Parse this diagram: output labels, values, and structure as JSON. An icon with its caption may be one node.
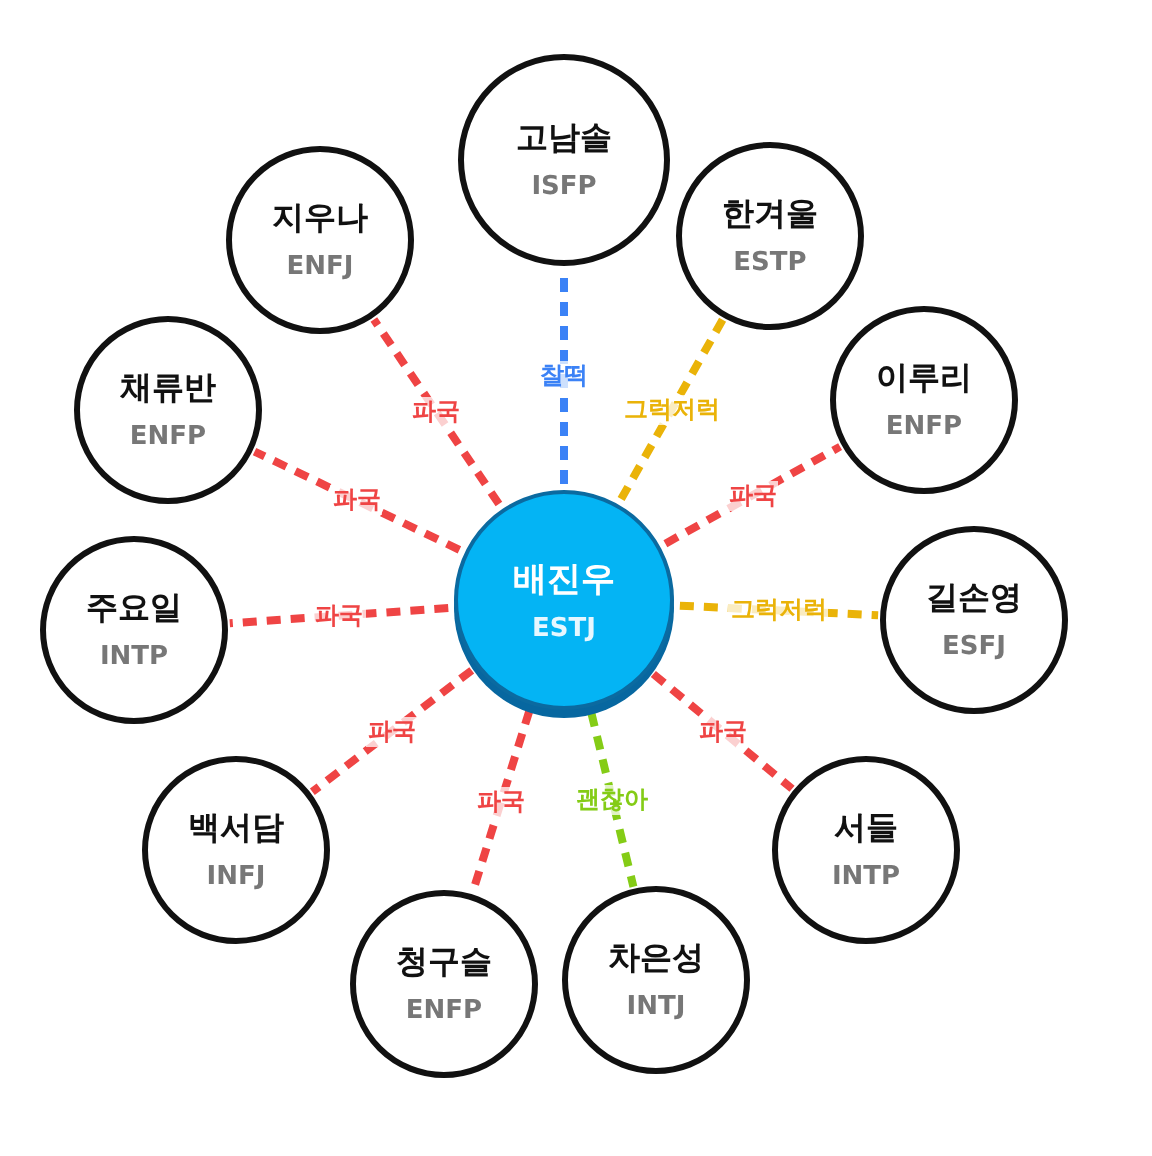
{
  "diagram": {
    "nodes": [
      {
        "text": [
          "배진우",
          "ESTJ"
        ]
      },
      {
        "text": [
          "고남솔",
          "ISFP"
        ]
      },
      {
        "text": [
          "한겨울",
          "ESTP"
        ]
      },
      {
        "text": [
          "이루리",
          "ENFP"
        ]
      },
      {
        "text": [
          "길손영",
          "ESFJ"
        ]
      },
      {
        "text": [
          "서들",
          "INTP"
        ]
      },
      {
        "text": [
          "차은성",
          "INTJ"
        ]
      },
      {
        "text": [
          "청구슬",
          "ENFP"
        ]
      },
      {
        "text": [
          "백서담",
          "INFJ"
        ]
      },
      {
        "text": [
          "주요일",
          "INTP"
        ]
      },
      {
        "text": [
          "채류반",
          "ENFP"
        ]
      },
      {
        "text": [
          "지우나",
          "ENFJ"
        ]
      }
    ],
    "edges": [
      {
        "from": 0,
        "to": 1,
        "arrow": "none",
        "label": "찰떡",
        "style": "dashed",
        "color": "#3b82f6"
      },
      {
        "from": 0,
        "to": 2,
        "arrow": "none",
        "label": "그럭저럭",
        "style": "dashed",
        "color": "#eab308"
      },
      {
        "from": 0,
        "to": 3,
        "arrow": "none",
        "label": "파국",
        "style": "dashed"
      },
      {
        "from": 0,
        "to": 4,
        "arrow": "none",
        "label": "그럭저럭",
        "style": "dashed",
        "color": "#eab308"
      },
      {
        "from": 0,
        "to": 5,
        "arrow": "none",
        "label": "파국",
        "style": "dashed"
      },
      {
        "from": 0,
        "to": 6,
        "arrow": "none",
        "label": "괜찮아",
        "style": "dashed",
        "color": "#84cc16"
      },
      {
        "from": 0,
        "to": 7,
        "arrow": "none",
        "label": "파국",
        "style": "dashed"
      },
      {
        "from": 0,
        "to": 8,
        "arrow": "none",
        "label": "파국",
        "style": "dashed"
      },
      {
        "from": 0,
        "to": 9,
        "arrow": "none",
        "label": "파국",
        "style": "dashed"
      },
      {
        "from": 0,
        "to": 10,
        "arrow": "none",
        "label": "파국",
        "style": "dashed"
      },
      {
        "from": 0,
        "to": 11,
        "arrow": "none",
        "label": "파국",
        "style": "dashed"
      }
    ]
  }
}
